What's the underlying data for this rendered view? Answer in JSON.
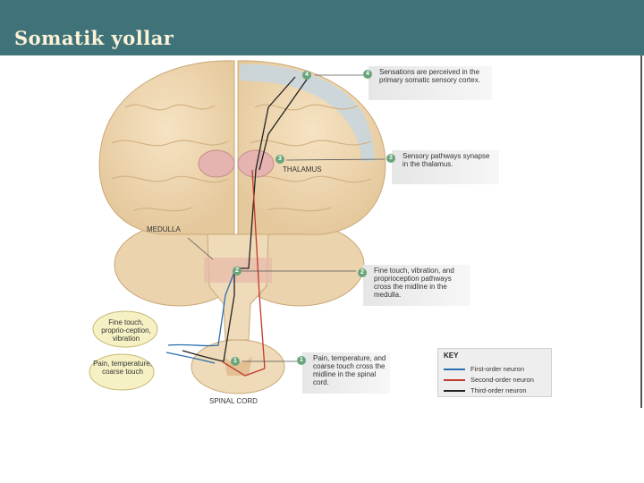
{
  "slide": {
    "title": "Somatik yollar"
  },
  "diagram": {
    "callouts": [
      {
        "num": "4",
        "text": "Sensations are perceived in the primary somatic sensory cortex."
      },
      {
        "num": "3",
        "text": "Sensory pathways synapse in the thalamus."
      },
      {
        "num": "2",
        "text": "Fine touch, vibration, and proprioception pathways cross the midline in the medulla."
      },
      {
        "num": "1",
        "text": "Pain, temperature, and coarse touch cross the midline in the spinal cord."
      }
    ],
    "labels": {
      "thalamus": "THALAMUS",
      "medulla": "MEDULLA",
      "spinal_cord": "SPINAL CORD",
      "fine_touch": "Fine touch, proprio-ception, vibration",
      "pain": "Pain, temperature, coarse touch"
    },
    "markers": {
      "m4": "4",
      "m3": "3",
      "m2": "2",
      "m1": "1"
    },
    "key": {
      "title": "KEY",
      "rows": [
        {
          "label": "First-order neuron",
          "color": "#2b6fb0"
        },
        {
          "label": "Second-order neuron",
          "color": "#c0392b"
        },
        {
          "label": "Third-order neuron",
          "color": "#222222"
        }
      ]
    }
  }
}
